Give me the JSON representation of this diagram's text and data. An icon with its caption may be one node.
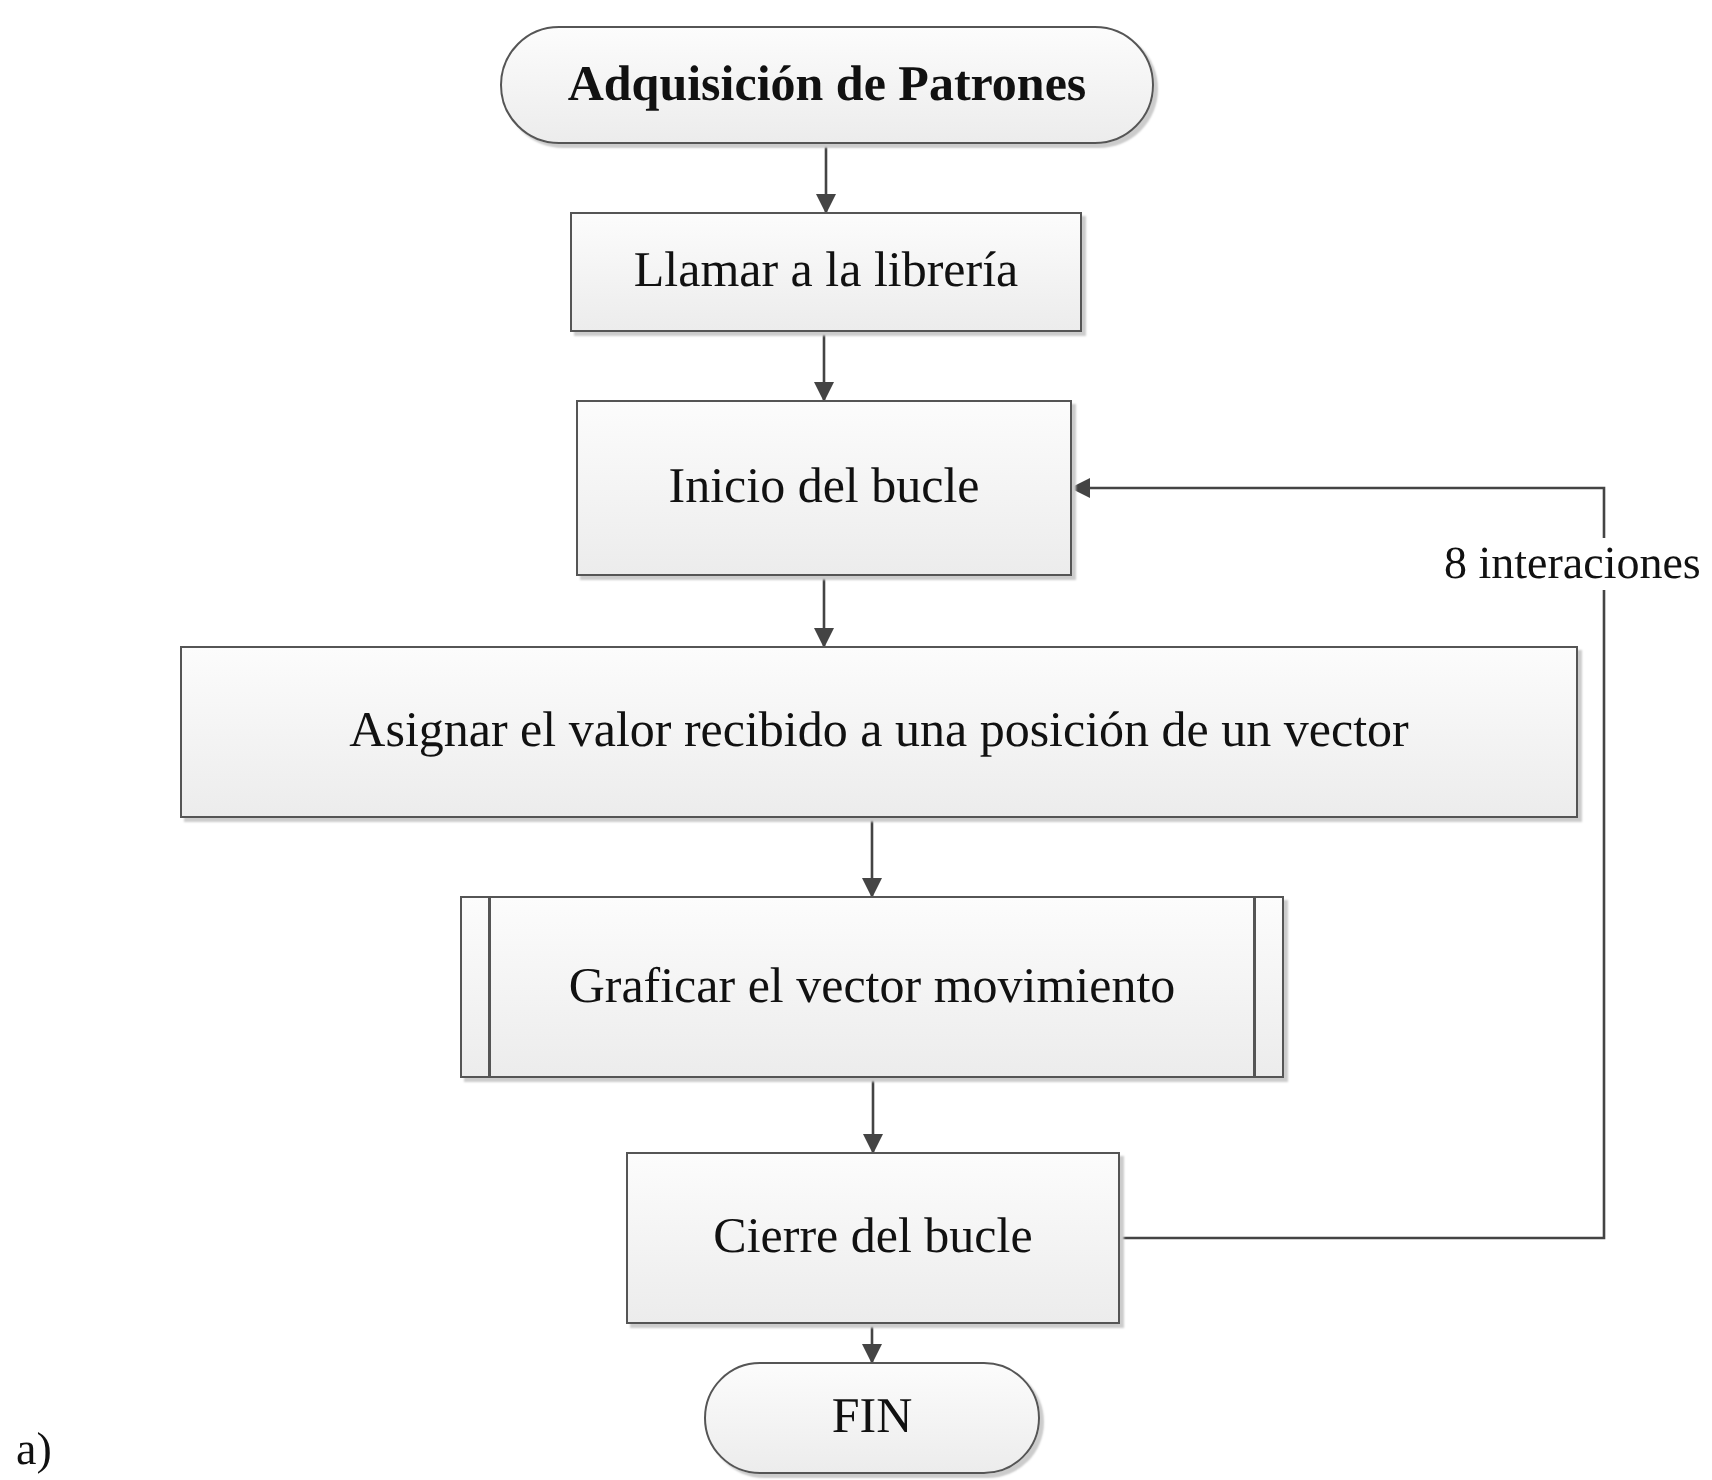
{
  "diagram": {
    "nodes": [
      {
        "text": [
          "Adquisición de Patrones"
        ]
      },
      {
        "text": [
          "Llamar a la librería"
        ]
      },
      {
        "text": [
          "Inicio del bucle"
        ]
      },
      {
        "text": [
          "Asignar el valor recibido a una posición de un vector"
        ]
      },
      {
        "text": [
          "Graficar el vector movimiento"
        ]
      },
      {
        "text": [
          "Cierre del bucle"
        ]
      },
      {
        "text": [
          "FIN"
        ]
      }
    ],
    "edges": [
      {
        "from": 0,
        "to": 1,
        "arrow": "to"
      },
      {
        "from": 1,
        "to": 2,
        "arrow": "to"
      },
      {
        "from": 2,
        "to": 3,
        "arrow": "to"
      },
      {
        "from": 3,
        "to": 4,
        "arrow": "to"
      },
      {
        "from": 4,
        "to": 5,
        "arrow": "to"
      },
      {
        "from": 5,
        "to": 6,
        "arrow": "to"
      },
      {
        "from": 5,
        "to": 2,
        "arrow": "to",
        "label": "8 interaciones"
      }
    ],
    "labels": [
      "a)"
    ]
  }
}
